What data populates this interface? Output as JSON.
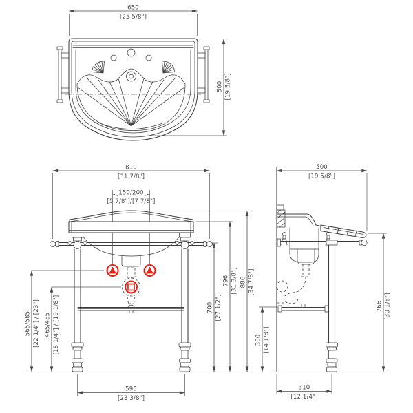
{
  "drawing": {
    "type": "washbasin-console-technical-drawing",
    "colors": {
      "line": "#3d3d3d",
      "dimension_text": "#4d4d4d",
      "accent_red": "#e5231b",
      "background": "#ffffff"
    },
    "views": {
      "plan": "top-view",
      "front": "front-view",
      "side": "side-view"
    },
    "symbols": {
      "supply_left": "water-supply-connection",
      "supply_right": "water-supply-connection",
      "waste": "waste-drain-connection",
      "trap": "hidden-siphon-trap"
    },
    "dims": {
      "basin_width": {
        "mm": "650",
        "inch": "[25 5/8\"]"
      },
      "basin_depth": {
        "mm": "500",
        "inch": "[19 5/8\"]"
      },
      "overall_width": {
        "mm": "810",
        "inch": "[31 7/8\"]"
      },
      "faucet_spacing": {
        "mm": "150/200",
        "inch": "[5 7/8\"]/[7 7/8\"]"
      },
      "supply_height": {
        "mm": "565/585",
        "inch": "[22 1/4\"] / [23\"]"
      },
      "waste_height": {
        "mm": "465/485",
        "inch": "[18 1/4\"] / [19 1/8\"]"
      },
      "towel_bar_height": {
        "mm": "700",
        "inch": "[27 1/2\"]"
      },
      "rim_height": {
        "mm": "796",
        "inch": "[31 3/8\"]"
      },
      "overall_height": {
        "mm": "886",
        "inch": "[34 7/8\"]"
      },
      "leg_spacing": {
        "mm": "595",
        "inch": "[23 3/8\"]"
      },
      "console_depth": {
        "mm": "500",
        "inch": "[19 5/8\"]"
      },
      "side_rail_height": {
        "mm": "766",
        "inch": "[30 1/8\"]"
      },
      "shelf_rail_height": {
        "mm": "360",
        "inch": "[14 1/8\"]"
      },
      "wall_to_leg": {
        "mm": "310",
        "inch": "[12 1/4\"]"
      }
    }
  }
}
